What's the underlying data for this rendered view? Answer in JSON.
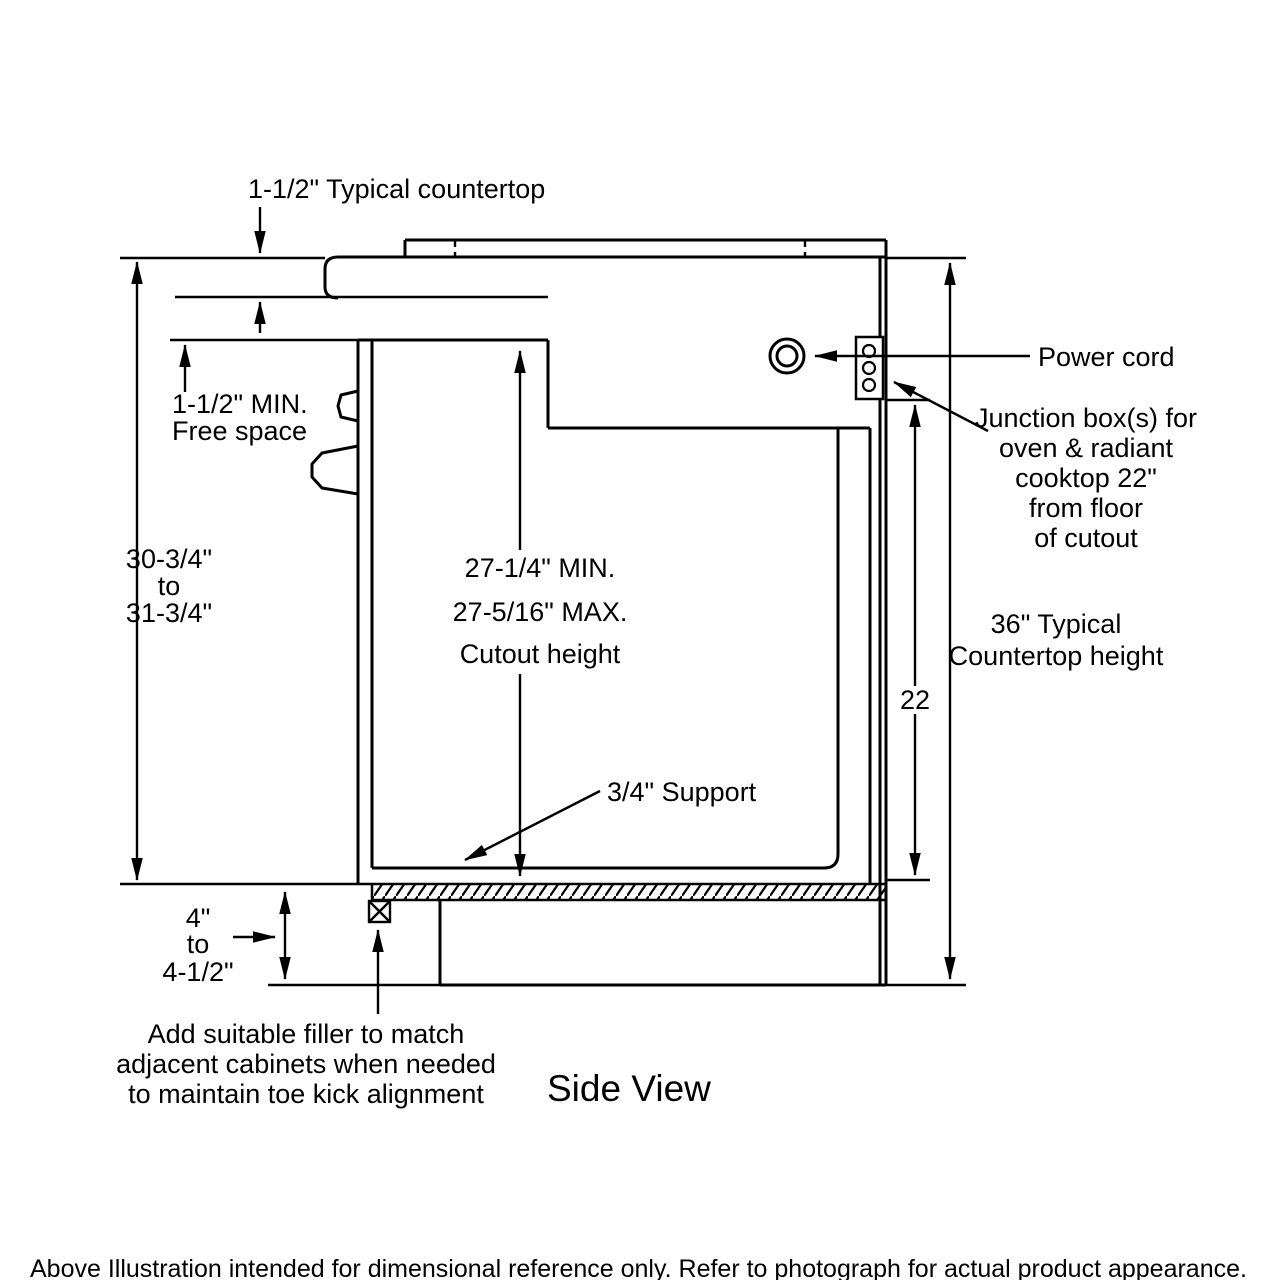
{
  "page": {
    "background": "#ffffff",
    "line_color": "#000000"
  },
  "diagram": {
    "title": "Side View",
    "footer": "Above Illustration intended for dimensional reference only. Refer to photograph for actual product appearance.",
    "labels": {
      "countertop_thickness": "1-1/2\" Typical countertop",
      "free_space": [
        "1-1/2\" MIN.",
        "Free space"
      ],
      "overall_height": [
        "30-3/4\"",
        "to",
        "31-3/4\""
      ],
      "cutout_height": [
        "27-1/4\" MIN.",
        "27-5/16\" MAX.",
        "Cutout height"
      ],
      "support": "3/4\" Support",
      "toe_kick": [
        "4\"",
        "to",
        "4-1/2\""
      ],
      "filler_note": [
        "Add suitable filler to match",
        "adjacent cabinets when needed",
        "to maintain toe kick alignment"
      ],
      "power_cord": "Power cord",
      "junction_box": [
        "Junction box(s) for",
        "oven & radiant",
        "cooktop 22\"",
        "from floor",
        "of cutout"
      ],
      "countertop_height": [
        "36\" Typical",
        "Countertop height"
      ],
      "junction_offset": "22"
    }
  }
}
